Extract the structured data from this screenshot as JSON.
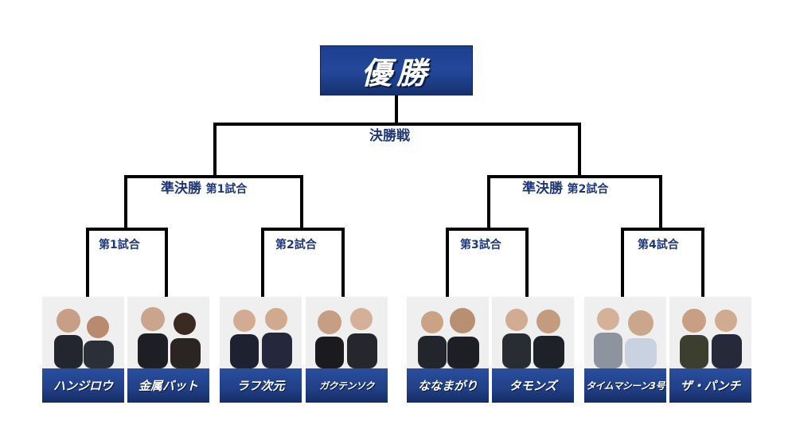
{
  "title": "優勝",
  "final_label": "決勝戦",
  "semifinals": [
    {
      "prefix": "準決勝",
      "suffix": "第1試合"
    },
    {
      "prefix": "準決勝",
      "suffix": "第2試合"
    }
  ],
  "matches": [
    "第1試合",
    "第2試合",
    "第3試合",
    "第4試合"
  ],
  "teams": [
    "ハンジロウ",
    "金属バット",
    "ラフ次元",
    "ガクテンソク",
    "ななまがり",
    "タモンズ",
    "タイムマシーン3号",
    "ザ・パンチ"
  ],
  "colors": {
    "navy": "#1f3677",
    "plate": "#203f86",
    "line": "#000000"
  }
}
